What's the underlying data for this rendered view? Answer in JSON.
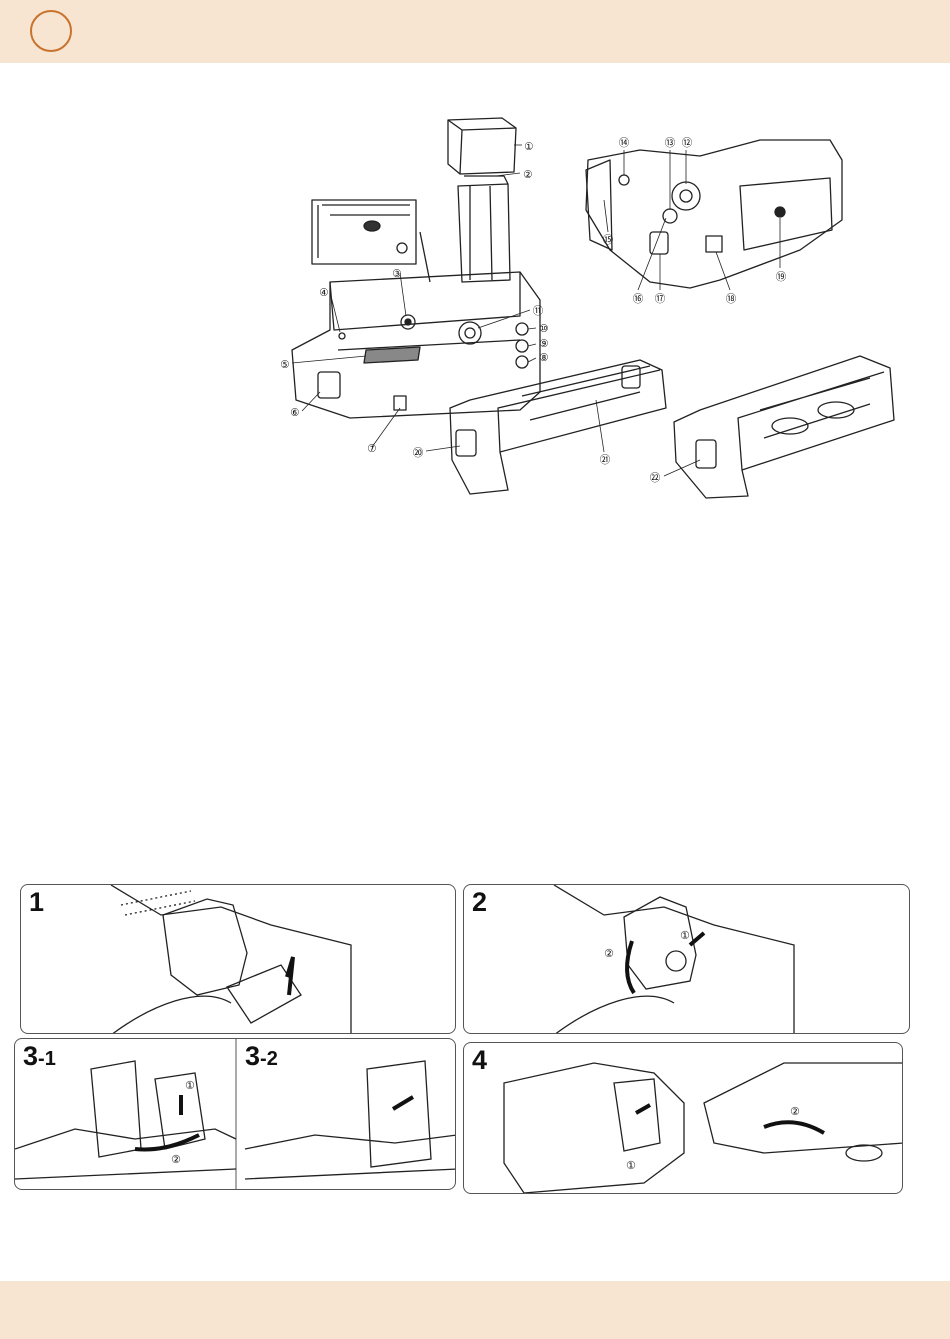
{
  "callouts": {
    "c1": "①",
    "c2": "②",
    "c3": "③",
    "c4": "④",
    "c5": "⑤",
    "c6": "⑥",
    "c7": "⑦",
    "c8": "⑧",
    "c9": "⑨",
    "c10": "⑩",
    "c11": "⑪",
    "c12": "⑫",
    "c13": "⑬",
    "c14": "⑭",
    "c15": "⑮",
    "c16": "⑯",
    "c17": "⑰",
    "c18": "⑱",
    "c19": "⑲",
    "c20": "⑳",
    "c21": "㉑",
    "c22": "㉒"
  },
  "steps": {
    "s1": "1",
    "s2": "2",
    "s31_main": "3",
    "s31_sub": "-1",
    "s32_main": "3",
    "s32_sub": "-2",
    "s4": "4"
  },
  "marks": {
    "one": "①",
    "two": "②"
  },
  "colors": {
    "band": "#f7e5d2",
    "badge_ring": "#c8722d"
  }
}
